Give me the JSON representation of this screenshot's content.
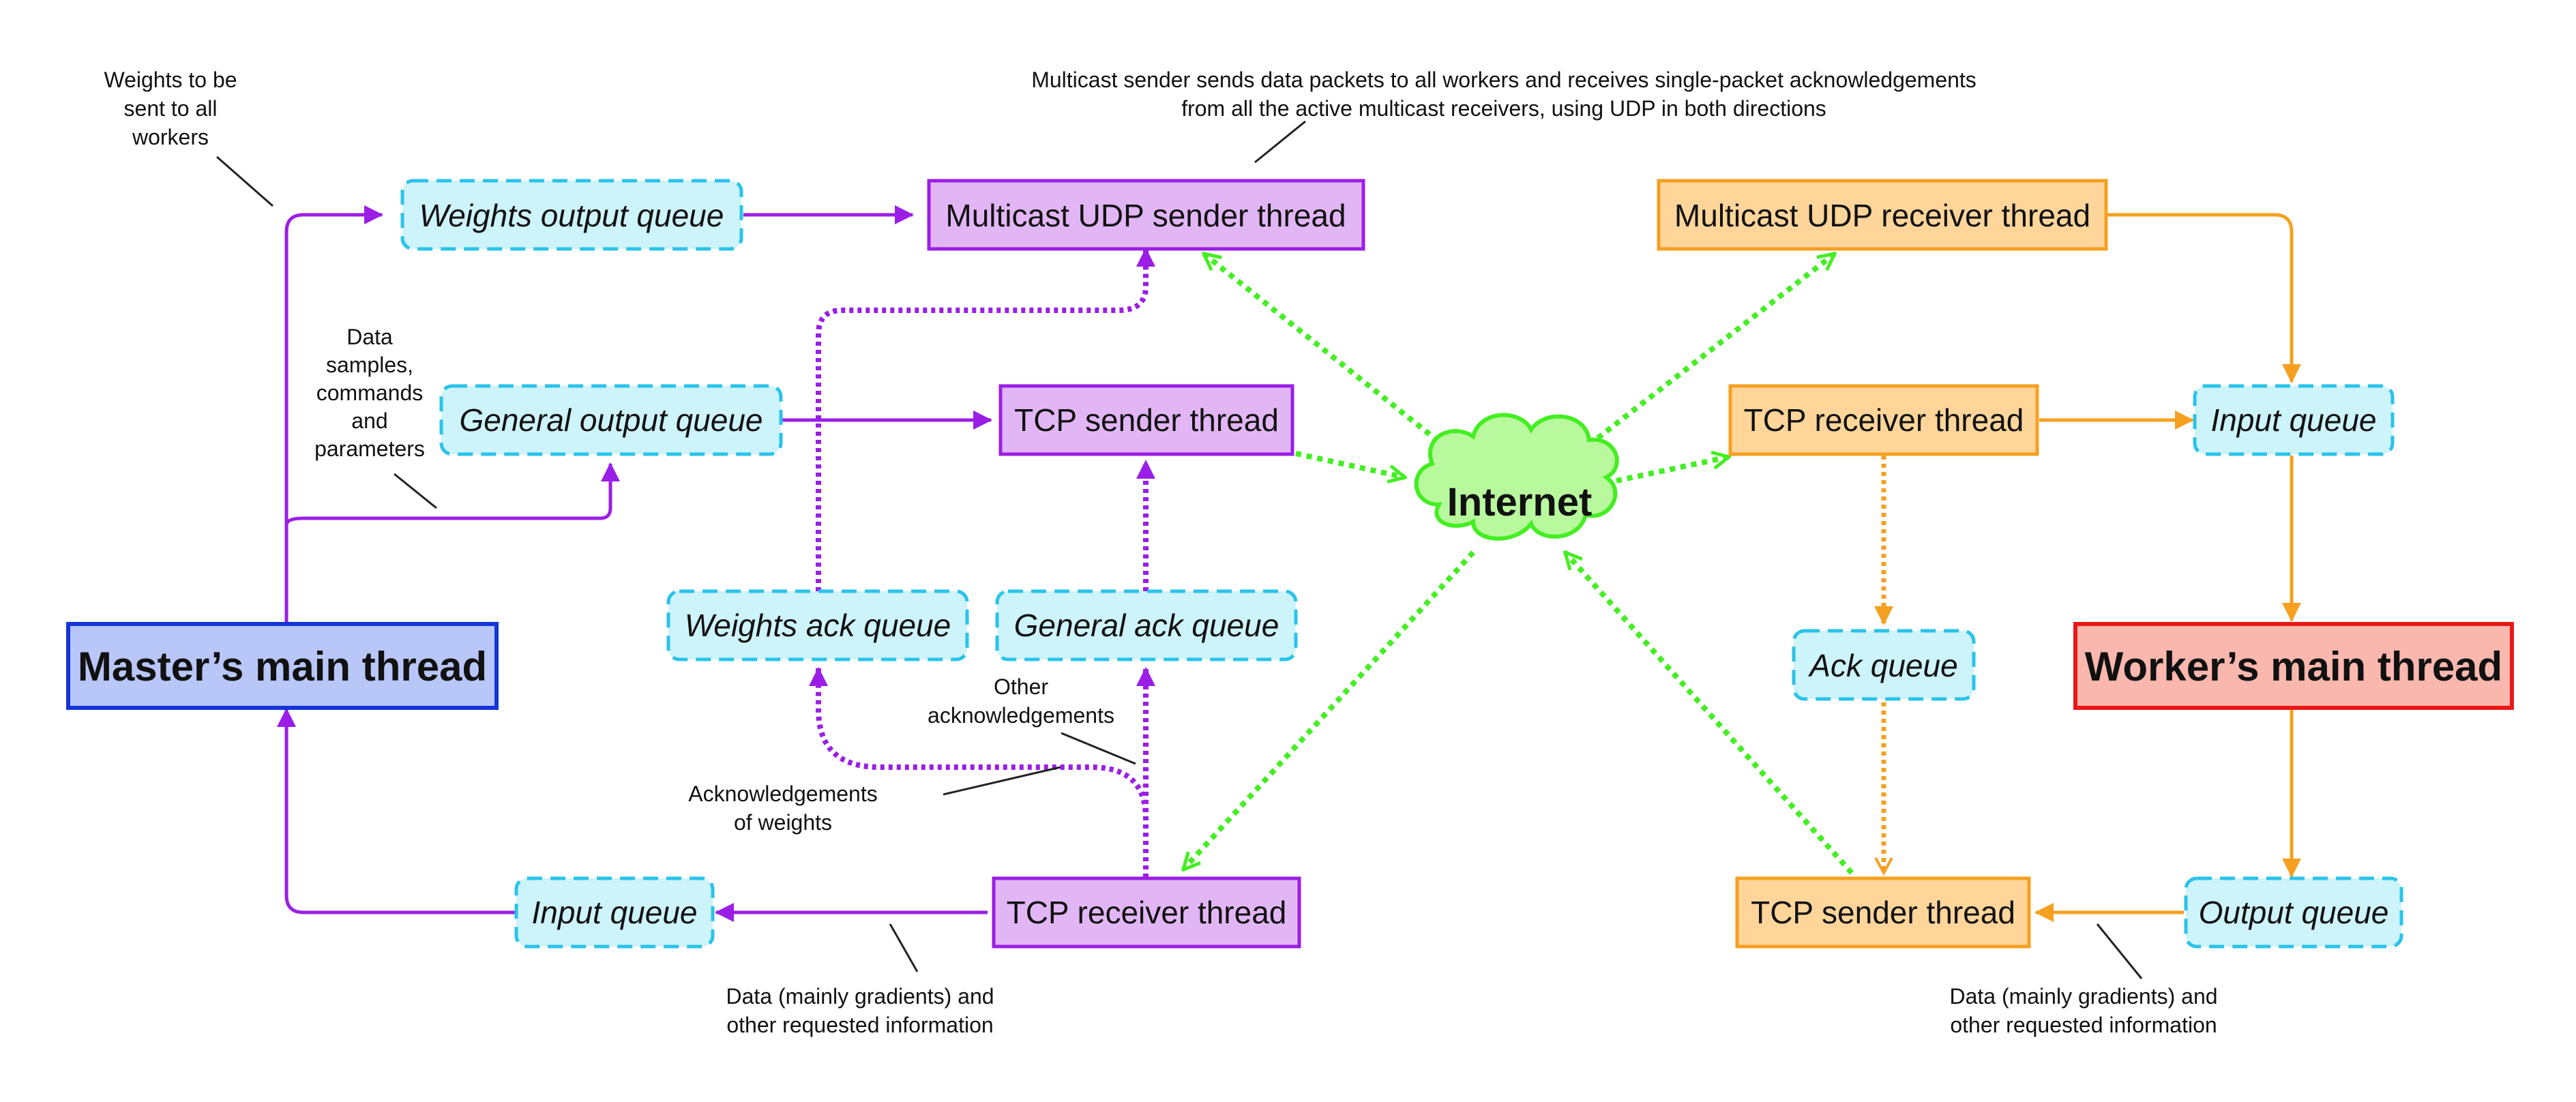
{
  "colors": {
    "purple": "#9b1ee6",
    "purple_fill": "#e2b6f5",
    "orange": "#f5a020",
    "orange_fill": "#ffd59a",
    "queue_stroke": "#29c3ea",
    "queue_fill": "#cdf3fb",
    "internet_green": "#44ee22",
    "internet_fill": "#b9f99e",
    "master_fill": "#b8c6f8",
    "master_stroke": "#1535d6",
    "worker_fill": "#f9b7ae",
    "worker_stroke": "#e81818"
  },
  "master": {
    "main_thread": "Master’s main thread",
    "weights_output_queue": "Weights output queue",
    "general_output_queue": "General output queue",
    "multicast_sender": "Multicast UDP sender thread",
    "tcp_sender": "TCP sender thread",
    "weights_ack_queue": "Weights ack queue",
    "general_ack_queue": "General ack queue",
    "tcp_receiver": "TCP receiver thread",
    "input_queue": "Input queue"
  },
  "internet": "Internet",
  "worker": {
    "main_thread": "Worker’s main thread",
    "multicast_receiver": "Multicast UDP receiver thread",
    "tcp_receiver": "TCP receiver thread",
    "input_queue": "Input queue",
    "ack_queue": "Ack queue",
    "tcp_sender": "TCP sender thread",
    "output_queue": "Output queue"
  },
  "annotations": {
    "weights_to_workers": [
      "Weights to be",
      "sent to all",
      "workers"
    ],
    "data_samples": [
      "Data",
      "samples,",
      "commands",
      "and",
      "parameters"
    ],
    "multicast_note": [
      "Multicast sender sends data packets to all workers and receives single-packet acknowledgements",
      "from all the active multicast receivers, using UDP in both directions"
    ],
    "other_acks": [
      "Other",
      "acknowledgements"
    ],
    "ack_of_weights": [
      "Acknowledgements",
      "of weights"
    ],
    "master_data": [
      "Data (mainly gradients) and",
      "other requested information"
    ],
    "worker_data": [
      "Data (mainly gradients) and",
      "other requested information"
    ]
  }
}
